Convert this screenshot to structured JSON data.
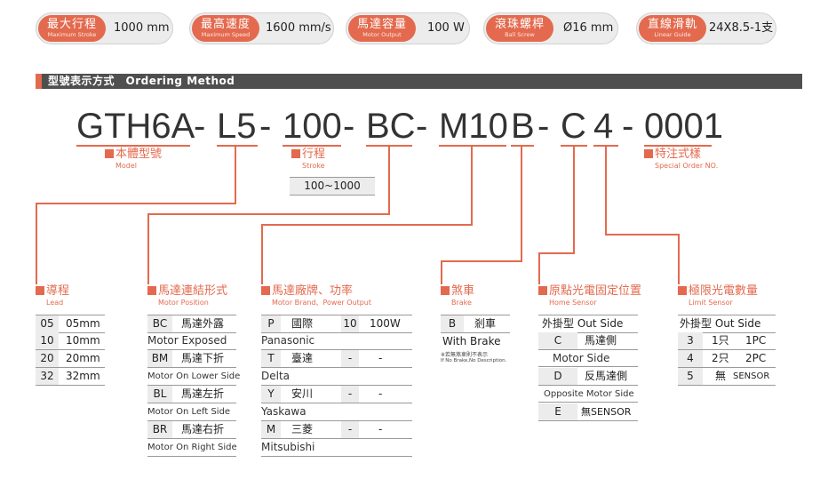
{
  "specs": [
    {
      "label_zh": "最大行程",
      "label_en": "Maximum Stroke",
      "value": "1000 mm"
    },
    {
      "label_zh": "最高速度",
      "label_en": "Maximum Speed",
      "value": "1600 mm/s"
    },
    {
      "label_zh": "馬達容量",
      "label_en": "Motor Output",
      "value": "100 W"
    },
    {
      "label_zh": "滾珠螺桿",
      "label_en": "Ball Screw",
      "value": "Ø16 mm"
    },
    {
      "label_zh": "直線滑軌",
      "label_en": "Linear Guide",
      "value": "24X8.5-1支"
    }
  ],
  "section": {
    "title": "型號表示方式　Ordering Method"
  },
  "code": {
    "parts": [
      "GTH6A",
      "-",
      "L5",
      "-",
      "100",
      "-",
      "BC",
      "-",
      "M10",
      "B",
      "-",
      "C",
      "4",
      "-",
      "0001"
    ]
  },
  "labels": {
    "model": {
      "zh": "本體型號",
      "en": "Model"
    },
    "stroke": {
      "zh": "行程",
      "en": "Stroke",
      "range": "100~1000"
    },
    "special": {
      "zh": "特注式樣",
      "en": "Special Order NO."
    },
    "lead": {
      "zh": "導程",
      "en": "Lead"
    },
    "motor_pos": {
      "zh": "馬達連結形式",
      "en": "Motor Position"
    },
    "motor_brand": {
      "zh": "馬達廠牌、功率",
      "en": "Motor Brand、Power Output"
    },
    "brake": {
      "zh": "煞車",
      "en": "Brake"
    },
    "home": {
      "zh": "原點光電固定位置",
      "en": "Home Sensor"
    },
    "limit": {
      "zh": "極限光電數量",
      "en": "Limit Sensor"
    }
  },
  "lead_table": [
    {
      "code": "05",
      "value": "05mm"
    },
    {
      "code": "10",
      "value": "10mm"
    },
    {
      "code": "20",
      "value": "20mm"
    },
    {
      "code": "32",
      "value": "32mm"
    }
  ],
  "motor_pos_table": [
    {
      "code": "BC",
      "zh": "馬達外露",
      "en": "Motor Exposed"
    },
    {
      "code": "BM",
      "zh": "馬達下折",
      "en": "Motor On Lower Side"
    },
    {
      "code": "BL",
      "zh": "馬達左折",
      "en": "Motor On Left Side"
    },
    {
      "code": "BR",
      "zh": "馬達右折",
      "en": "Motor On Right Side"
    }
  ],
  "motor_brand_table": [
    {
      "code": "P",
      "zh": "國際",
      "pcode": "10",
      "power": "100W",
      "en": "Panasonic"
    },
    {
      "code": "T",
      "zh": "臺達",
      "pcode": "-",
      "power": "-",
      "en": "Delta"
    },
    {
      "code": "Y",
      "zh": "安川",
      "pcode": "-",
      "power": "-",
      "en": "Yaskawa"
    },
    {
      "code": "M",
      "zh": "三菱",
      "pcode": "-",
      "power": "-",
      "en": "Mitsubishi"
    }
  ],
  "brake_table": {
    "code": "B",
    "zh": "剎車",
    "en": "With Brake",
    "note_zh": "※若無煞車則不表示",
    "note_en": "If No Brake,No Description."
  },
  "home_table": {
    "header": "外掛型 Out Side",
    "rows": [
      {
        "code": "C",
        "zh": "馬達側",
        "en": "Motor Side"
      },
      {
        "code": "D",
        "zh": "反馬達側",
        "en": "Opposite Motor Side"
      },
      {
        "code": "E",
        "zh": "無SENSOR",
        "en": ""
      }
    ]
  },
  "limit_table": {
    "header": "外掛型 Out Side",
    "rows": [
      {
        "code": "3",
        "zh": "1只",
        "en": "1PC"
      },
      {
        "code": "4",
        "zh": "2只",
        "en": "2PC"
      },
      {
        "code": "5",
        "zh": "無",
        "en": "SENSOR"
      }
    ]
  }
}
